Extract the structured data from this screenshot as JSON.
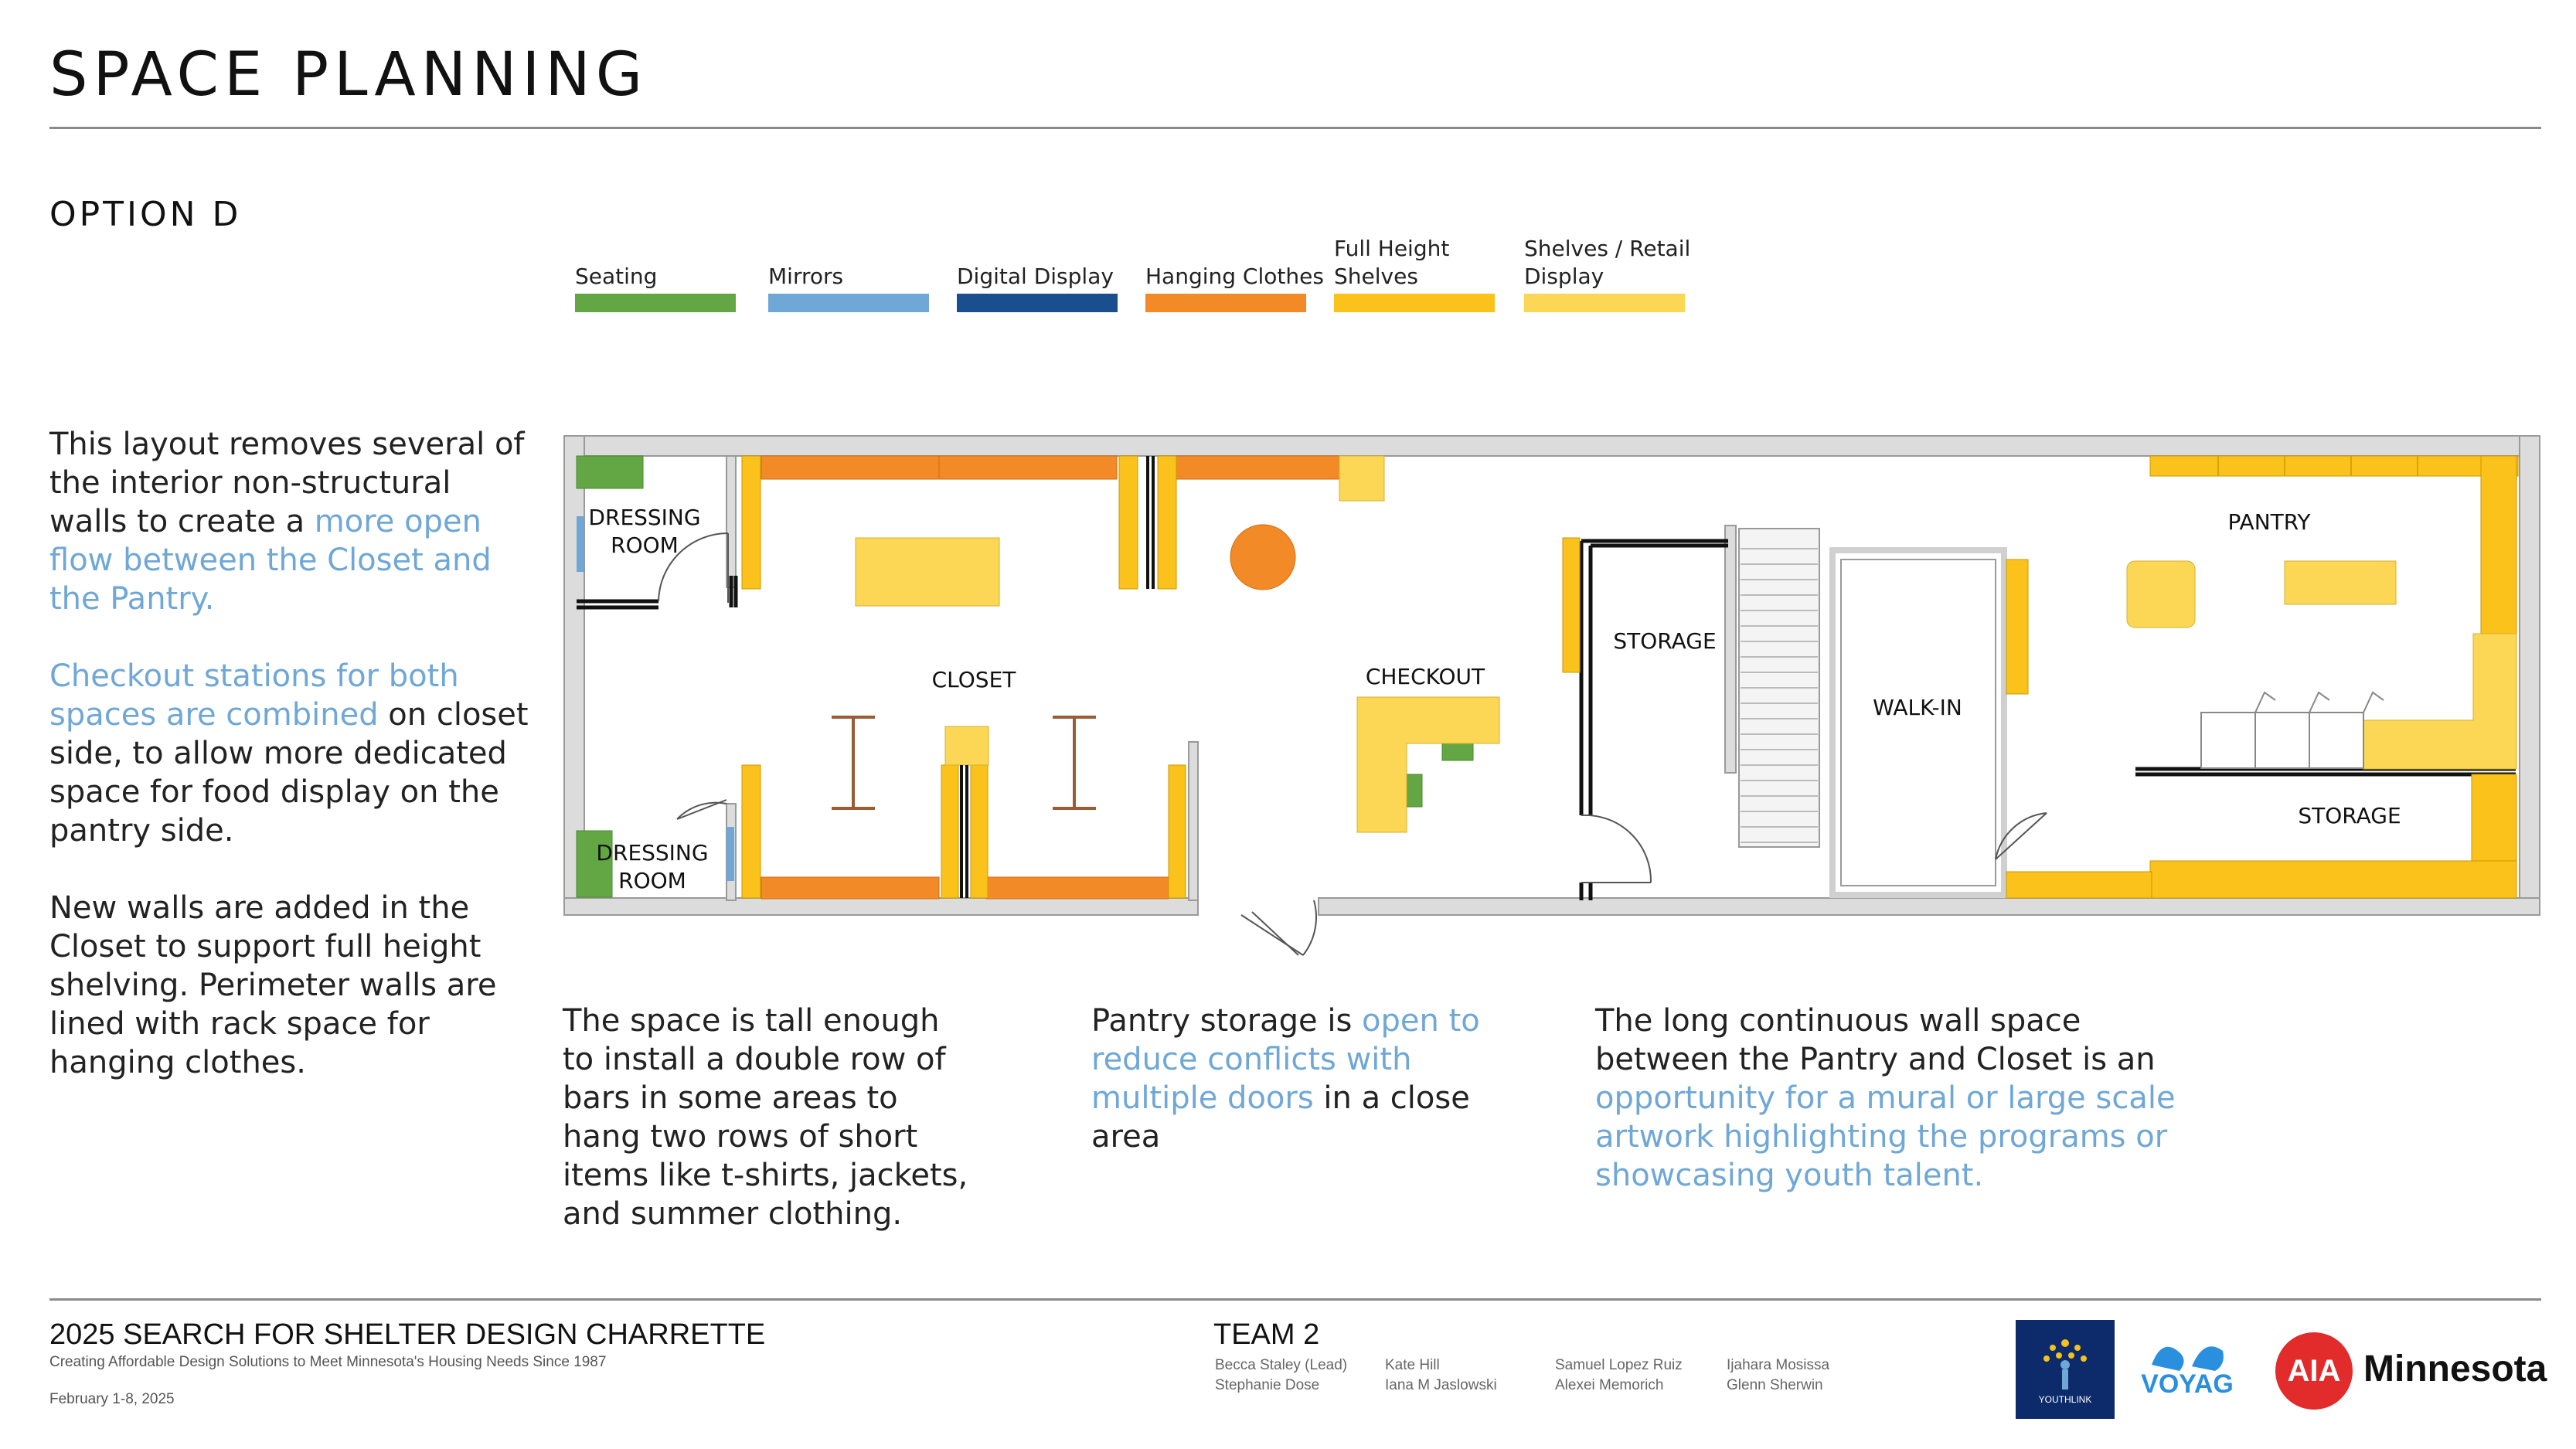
{
  "header": {
    "title": "SPACE PLANNING",
    "option": "OPTION D"
  },
  "legend": [
    {
      "lines": [
        "Seating"
      ],
      "color": "#62a744"
    },
    {
      "lines": [
        "Mirrors"
      ],
      "color": "#6fa7d6"
    },
    {
      "lines": [
        "Digital Display"
      ],
      "color": "#1a4e8e"
    },
    {
      "lines": [
        "Hanging Clothes"
      ],
      "color": "#f28a28"
    },
    {
      "lines": [
        "Full Height",
        "Shelves"
      ],
      "color": "#fbc21c"
    },
    {
      "lines": [
        "Shelves / Retail",
        "Display"
      ],
      "color": "#fcd755"
    }
  ],
  "colors": {
    "accent_text": "#6fa7d6",
    "wall": "#d9d9d9",
    "wall_dark": "#111111"
  },
  "left_text": {
    "p1": {
      "a": "This layout removes several of the interior non-structural walls to create a ",
      "b": "more open flow between the Closet and the Pantry."
    },
    "p2": {
      "a": "Checkout stations for both spaces are combined",
      "b": " on closet side, to allow more dedicated space for food display on the pantry side."
    },
    "p3": "New walls are added in the Closet to support full height shelving.  Perimeter walls are lined with rack space for hanging clothes."
  },
  "bottom_text": {
    "t1": "The space is tall enough to install a double row of bars in some areas to hang two rows of short items like t-shirts, jackets, and summer clothing.",
    "t2": {
      "a": "Pantry storage is ",
      "b": "open to reduce conflicts with multiple doors",
      "c": " in a close area"
    },
    "t3": {
      "a": "The long continuous wall space between the Pantry and Closet is an ",
      "b": "opportunity for a mural or large scale artwork highlighting the programs or showcasing youth talent."
    }
  },
  "rooms": {
    "dressing_top_1": "DRESSING",
    "dressing_top_2": "ROOM",
    "dressing_bottom_1": "DRESSING",
    "dressing_bottom_2": "ROOM",
    "closet": "CLOSET",
    "checkout": "CHECKOUT",
    "storage_1": "STORAGE",
    "walk_in": "WALK-IN",
    "pantry": "PANTRY",
    "storage_2": "STORAGE"
  },
  "footer": {
    "title": "2025 SEARCH FOR SHELTER DESIGN CHARRETTE",
    "subtitle": "Creating Affordable Design Solutions to Meet Minnesota's Housing Needs Since 1987",
    "date": "February 1-8, 2025",
    "team_title": "TEAM 2",
    "members": [
      [
        "Becca Staley (Lead)",
        "Stephanie Dose"
      ],
      [
        "Kate Hill",
        "Iana M Jaslowski"
      ],
      [
        "Samuel Lopez Ruiz",
        "Alexei Memorich"
      ],
      [
        "Ijahara Mosissa",
        "Glenn Sherwin"
      ]
    ]
  },
  "logos": {
    "youthlink": "YOUTHLINK",
    "voyag": "VOYAG",
    "aia": "AIA",
    "minnesota": "Minnesota"
  }
}
